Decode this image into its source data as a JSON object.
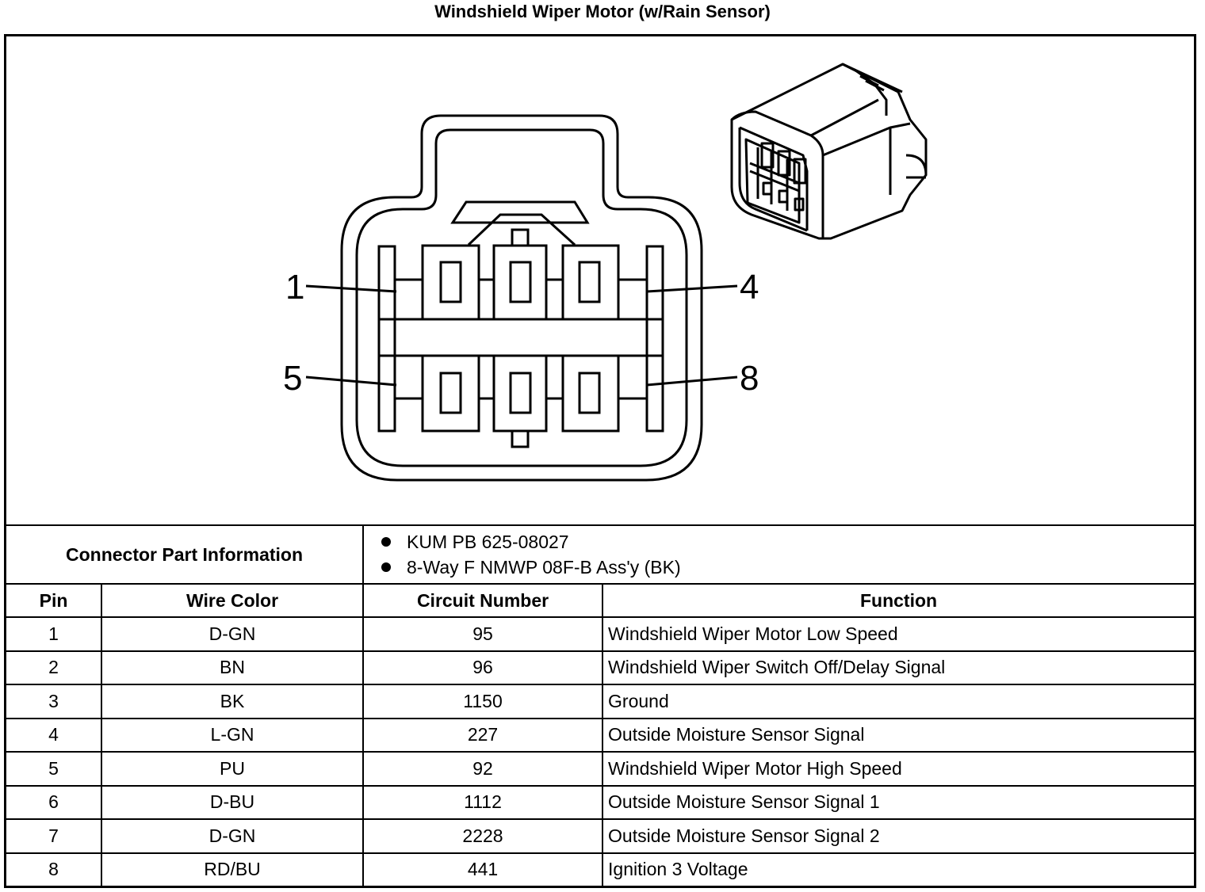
{
  "title": "Windshield Wiper Motor (w/Rain Sensor)",
  "pin_labels": {
    "top_left": "1",
    "top_right": "4",
    "bottom_left": "5",
    "bottom_right": "8"
  },
  "connector_info": {
    "label": "Connector Part Information",
    "items": [
      "KUM PB 625-08027",
      "8-Way F NMWP 08F-B Ass'y (BK)"
    ]
  },
  "columns": {
    "pin": "Pin",
    "wire_color": "Wire Color",
    "circuit": "Circuit Number",
    "function": "Function"
  },
  "rows": [
    {
      "pin": "1",
      "wire_color": "D-GN",
      "circuit": "95",
      "function": "Windshield Wiper Motor Low Speed"
    },
    {
      "pin": "2",
      "wire_color": "BN",
      "circuit": "96",
      "function": "Windshield Wiper Switch Off/Delay Signal"
    },
    {
      "pin": "3",
      "wire_color": "BK",
      "circuit": "1150",
      "function": "Ground"
    },
    {
      "pin": "4",
      "wire_color": "L-GN",
      "circuit": "227",
      "function": "Outside Moisture Sensor Signal"
    },
    {
      "pin": "5",
      "wire_color": "PU",
      "circuit": "92",
      "function": "Windshield Wiper Motor High Speed"
    },
    {
      "pin": "6",
      "wire_color": "D-BU",
      "circuit": "1112",
      "function": "Outside Moisture Sensor Signal 1"
    },
    {
      "pin": "7",
      "wire_color": "D-GN",
      "circuit": "2228",
      "function": "Outside Moisture Sensor Signal 2"
    },
    {
      "pin": "8",
      "wire_color": "RD/BU",
      "circuit": "441",
      "function": "Ignition 3 Voltage"
    }
  ]
}
